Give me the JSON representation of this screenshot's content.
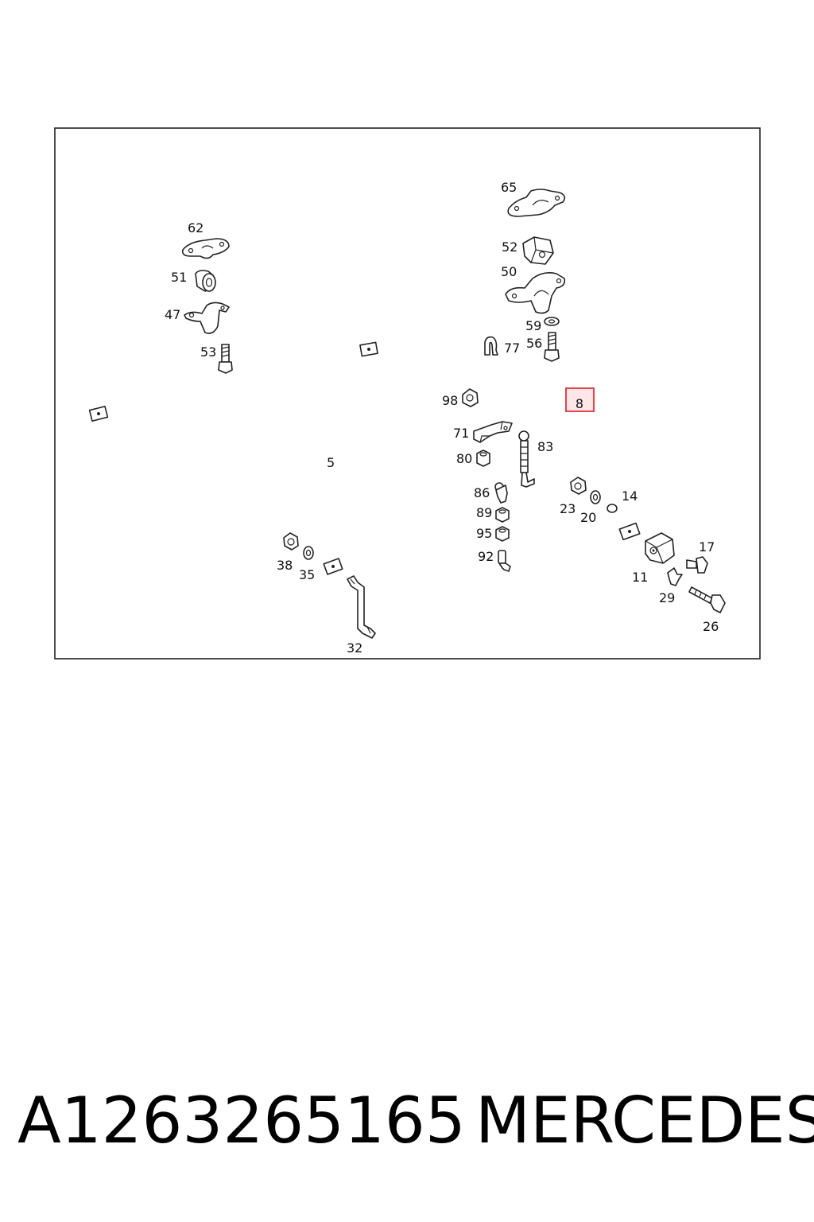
{
  "diagram": {
    "callouts": [
      {
        "id": "62",
        "label": "62"
      },
      {
        "id": "51",
        "label": "51"
      },
      {
        "id": "47",
        "label": "47"
      },
      {
        "id": "53",
        "label": "53"
      },
      {
        "id": "5",
        "label": "5"
      },
      {
        "id": "38",
        "label": "38"
      },
      {
        "id": "35",
        "label": "35"
      },
      {
        "id": "32",
        "label": "32"
      },
      {
        "id": "65",
        "label": "65"
      },
      {
        "id": "52",
        "label": "52"
      },
      {
        "id": "50",
        "label": "50"
      },
      {
        "id": "59",
        "label": "59"
      },
      {
        "id": "56",
        "label": "56"
      },
      {
        "id": "77",
        "label": "77"
      },
      {
        "id": "8",
        "label": "8",
        "highlighted": true
      },
      {
        "id": "98",
        "label": "98"
      },
      {
        "id": "71",
        "label": "71"
      },
      {
        "id": "83",
        "label": "83"
      },
      {
        "id": "80",
        "label": "80"
      },
      {
        "id": "86",
        "label": "86"
      },
      {
        "id": "89",
        "label": "89"
      },
      {
        "id": "95",
        "label": "95"
      },
      {
        "id": "92",
        "label": "92"
      },
      {
        "id": "23",
        "label": "23"
      },
      {
        "id": "20",
        "label": "20"
      },
      {
        "id": "14",
        "label": "14"
      },
      {
        "id": "17",
        "label": "17"
      },
      {
        "id": "11",
        "label": "11"
      },
      {
        "id": "29",
        "label": "29"
      },
      {
        "id": "26",
        "label": "26"
      }
    ],
    "highlight_color": "#e0303a",
    "highlight_fill": "#fde6e8"
  },
  "footer": {
    "part_number": "A1263265165",
    "brand": "MERCEDES"
  }
}
